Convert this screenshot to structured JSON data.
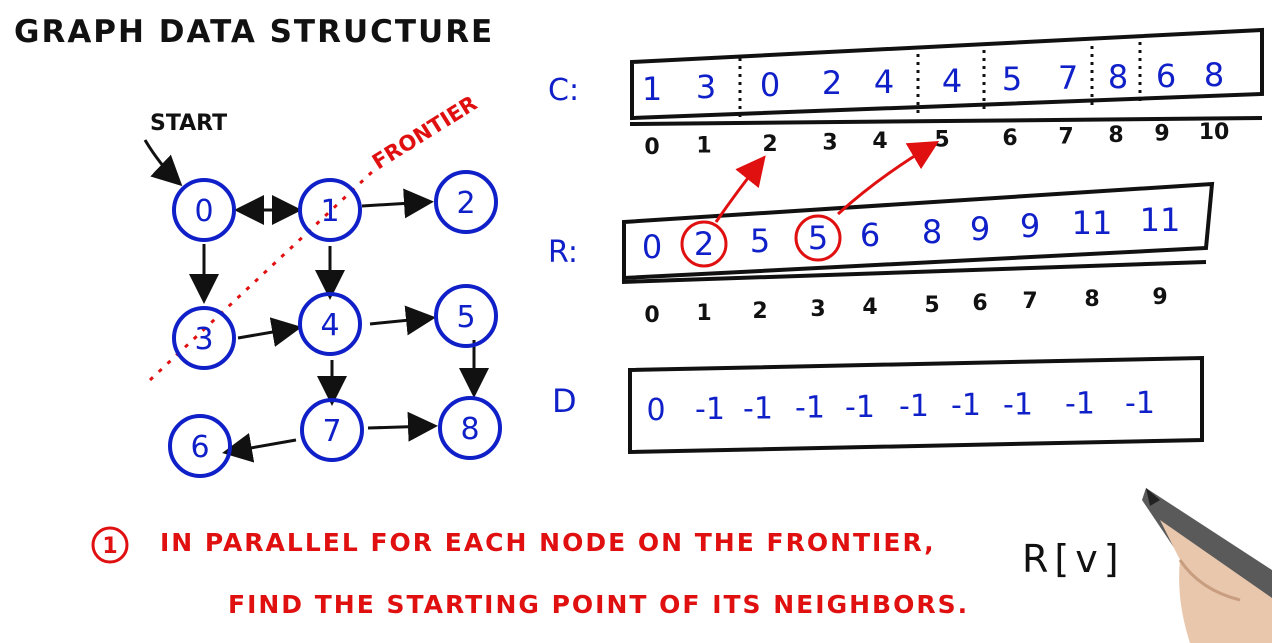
{
  "title": "GRAPH DATA STRUCTURE",
  "graph": {
    "start_label": "START",
    "frontier_label": "FRONTIER",
    "nodes": [
      "0",
      "1",
      "2",
      "3",
      "4",
      "5",
      "6",
      "7",
      "8"
    ]
  },
  "arrays": {
    "C": {
      "label": "C:",
      "values": [
        "1",
        "3",
        "0",
        "2",
        "4",
        "4",
        "5",
        "7",
        "8",
        "6",
        "8"
      ],
      "indices": [
        "0",
        "1",
        "2",
        "3",
        "4",
        "5",
        "6",
        "7",
        "8",
        "9",
        "10"
      ]
    },
    "R": {
      "label": "R:",
      "values": [
        "0",
        "2",
        "5",
        "5",
        "6",
        "8",
        "9",
        "9",
        "11",
        "11"
      ],
      "indices": [
        "0",
        "1",
        "2",
        "3",
        "4",
        "5",
        "6",
        "7",
        "8",
        "9"
      ],
      "circled_positions": [
        1,
        3
      ]
    },
    "D": {
      "label": "D",
      "values": [
        "0",
        "-1",
        "-1",
        "-1",
        "-1",
        "-1",
        "-1",
        "-1",
        "-1",
        "-1"
      ]
    }
  },
  "note": {
    "step_number": "1",
    "line1": "IN PARALLEL FOR EACH NODE ON THE FRONTIER,",
    "line2": "FIND THE STARTING POINT OF ITS NEIGHBORS."
  },
  "expression": "R[v]",
  "colors": {
    "blue": "#1020c8",
    "red": "#e01010",
    "black": "#111111"
  }
}
